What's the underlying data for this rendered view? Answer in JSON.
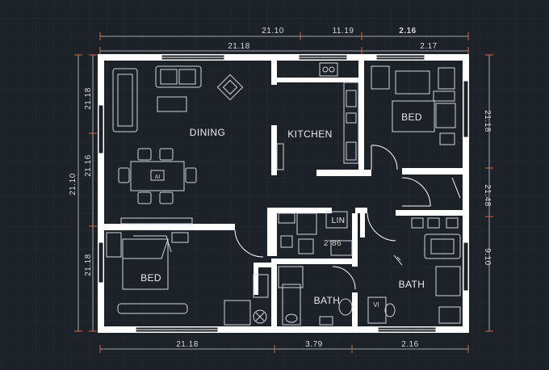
{
  "plan": {
    "dimensions": {
      "top_outer": [
        "21.10",
        "11.19",
        "2.16"
      ],
      "top_inner": [
        "21.18",
        "2.17"
      ],
      "left_outer": "21.10",
      "left_inner": [
        "21.18",
        "21.16",
        "21.18"
      ],
      "right_inner": [
        "21.18",
        "21.48",
        "9.10"
      ],
      "bottom": [
        "21.18",
        "3.79",
        "2.16"
      ]
    },
    "rooms": {
      "dining": "DINING",
      "kitchen": "KITCHEN",
      "bed_top_right": "BED",
      "bed_bottom_left": "BED",
      "bath_center": "BATH",
      "bath_right": "BATH",
      "linen": "LIN",
      "closet_dim": "2\"86"
    },
    "fixture_labels": {
      "table_marker": "AI",
      "wc_marker": "VI"
    },
    "colors": {
      "background": "#1c2228",
      "wall": "#ffffff",
      "dimension_tick": "#d9663a"
    }
  }
}
